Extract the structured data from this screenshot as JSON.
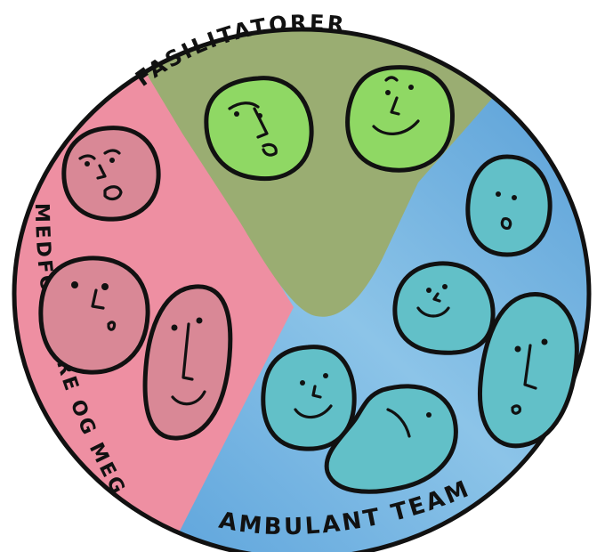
{
  "groups": {
    "top": {
      "label": "FASILITATORER",
      "color": "#9aad72"
    },
    "left": {
      "label": "MEDFORSKERE OG MEG",
      "color": "#ee8fa2"
    },
    "right": {
      "label": "AMBULANT TEAM",
      "color": "#6ab0d6"
    }
  },
  "face_colors": {
    "green": "#8fd864",
    "pink": "#d98896",
    "teal": "#62c0c8"
  }
}
